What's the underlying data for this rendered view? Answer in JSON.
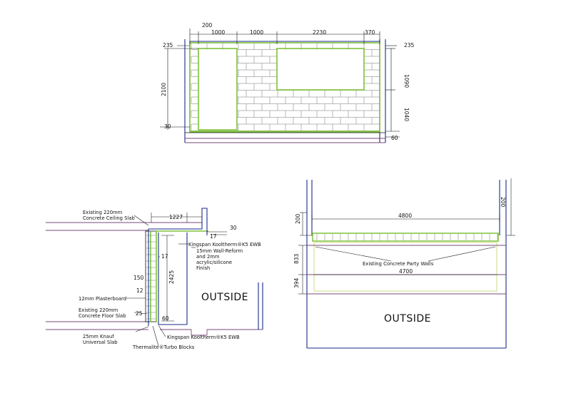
{
  "colors": {
    "blue": "#1a2a8c",
    "green": "#7ec23a",
    "purple": "#7a4a7a",
    "black": "#111111",
    "grey": "#8c8c8c"
  },
  "elevation": {
    "dims_top": [
      "200",
      "1000",
      "1000",
      "2230",
      "370"
    ],
    "dim_left_top": "235",
    "dim_right_top": "235",
    "dim_height": "2100",
    "dim_base_left": "30",
    "dim_right_upper": "1090",
    "dim_right_lower": "1040",
    "dim_base_right": "60"
  },
  "section": {
    "label_ceiling_1": "Existing 220mm",
    "label_ceiling_2": "Concrete Ceiling Slab",
    "dim_1227": "1227",
    "dim_30": "30",
    "dim_17a": "17",
    "label_kingspan_top": "Kingspan Kooltherm®K5 EWB",
    "dim_17b": "17",
    "label_finish_1": "15mm Wall-Reform",
    "label_finish_2": "and 2mm",
    "label_finish_3": "acrylic/silicone",
    "label_finish_4": "Finish",
    "dim_2425": "2425",
    "dim_150": "150",
    "dim_12": "12",
    "label_plasterboard": "12mm Plasterboard",
    "outside": "OUTSIDE",
    "label_floor_1": "Existing 220mm",
    "label_floor_2": "Concrete Floor Slab",
    "dim_25": "25",
    "dim_60": "60",
    "label_knauf_1": "25mm Knauf",
    "label_knauf_2": "Universal Slab",
    "label_kingspan_bottom": "Kingspan Kooltherm®K5 EWB",
    "label_thermalite": "Thermalite®Turbo Blocks"
  },
  "plan": {
    "dim_200_left": "200",
    "dim_200_right": "200",
    "dim_4800": "4800",
    "label_party_walls": "Existing Concrete Party Walls",
    "dim_833": "833",
    "dim_4700": "4700",
    "dim_394": "394",
    "outside": "OUTSIDE"
  }
}
